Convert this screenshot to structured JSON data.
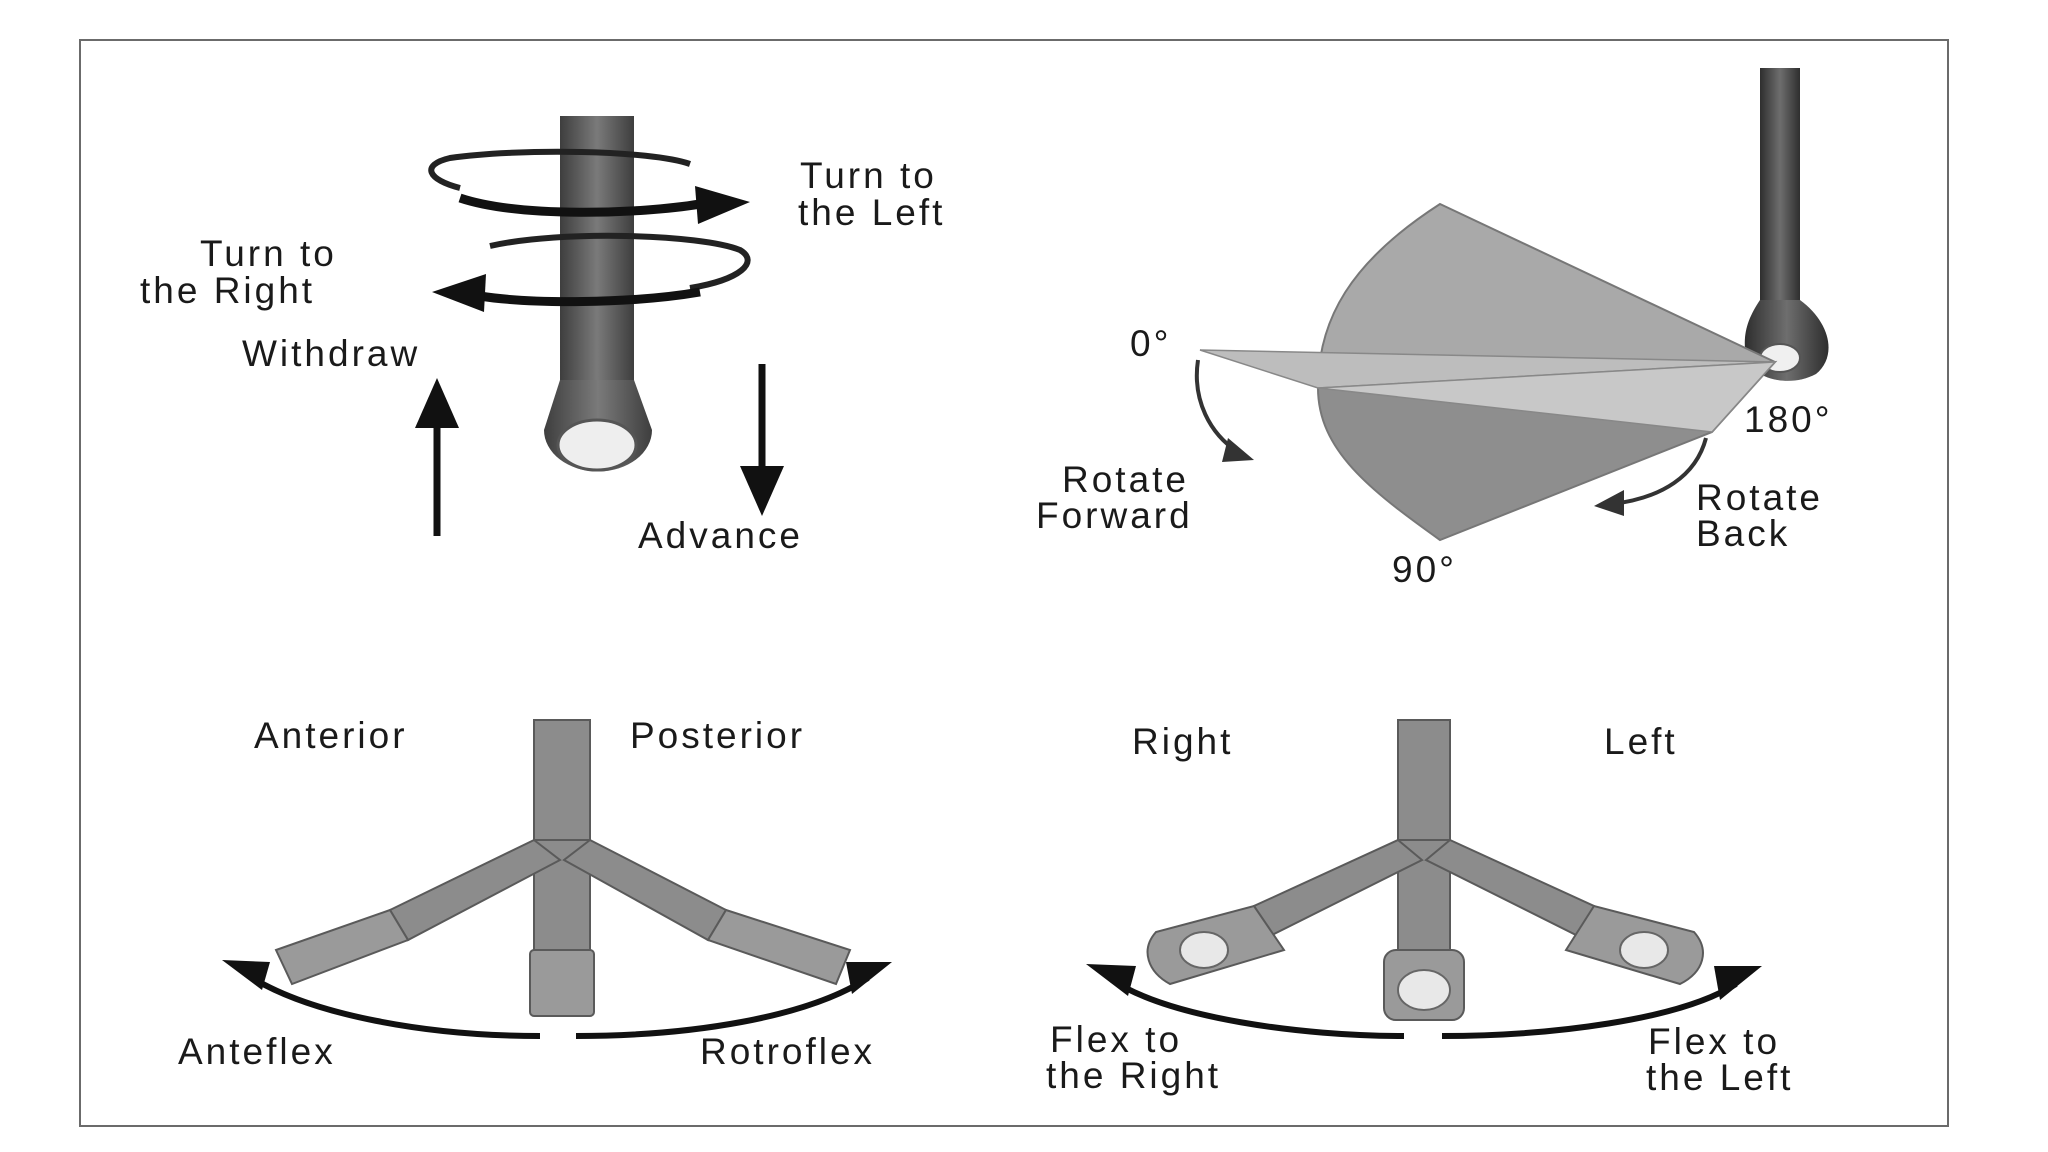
{
  "panels": {
    "tip_movements": {
      "turn_left": [
        "Turn to",
        "the Left"
      ],
      "turn_right": [
        "Turn to",
        "the Right"
      ],
      "withdraw": "Withdraw",
      "advance": "Advance"
    },
    "multiplane_rotation": {
      "angle_0": "0°",
      "angle_90": "90°",
      "angle_180": "180°",
      "rotate_forward": [
        "Rotate",
        "Forward"
      ],
      "rotate_back": [
        "Rotate",
        "Back"
      ]
    },
    "flexion_ap": {
      "anterior": "Anterior",
      "posterior": "Posterior",
      "anteflex": "Anteflex",
      "retroflex": "Rotroflex"
    },
    "flexion_lr": {
      "right": "Right",
      "left": "Left",
      "flex_right": [
        "Flex to",
        "the Right"
      ],
      "flex_left": [
        "Flex to",
        "the Left"
      ]
    }
  },
  "colors": {
    "probe_dark": "#555555",
    "probe_light": "#8c8c8c",
    "sector_fill": "#9a9a9a",
    "frame": "#6b6b6b",
    "arrow": "#111111"
  }
}
